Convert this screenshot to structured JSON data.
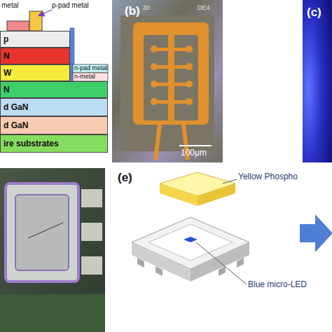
{
  "diagram": {
    "nodes": [
      {
        "text": [
          "p"
        ]
      },
      {
        "text": [
          "N"
        ]
      },
      {
        "text": [
          "W"
        ]
      },
      {
        "text": [
          "N"
        ]
      },
      {
        "text": [
          "d GaN"
        ]
      },
      {
        "text": [
          "d GaN"
        ]
      },
      {
        "text": [
          "ire substrates"
        ]
      }
    ],
    "labels": [
      "metal",
      "p-pad metal",
      "n-pad metal",
      "n-metal",
      "(b)",
      "30",
      "DE4",
      "100μm",
      "(c)",
      "(e)",
      "Yellow Phospho",
      "Blue micro-LED"
    ]
  }
}
